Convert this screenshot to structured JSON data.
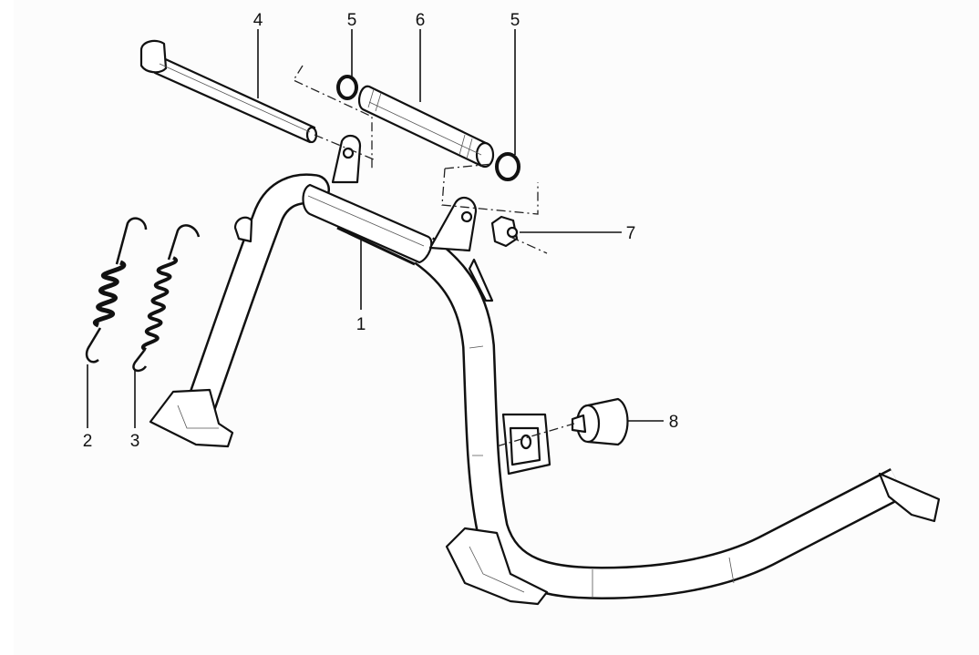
{
  "diagram": {
    "parts": [
      {
        "id": "1",
        "label": "1",
        "part": "center-stand-frame"
      },
      {
        "id": "2",
        "label": "2",
        "part": "spring"
      },
      {
        "id": "3",
        "label": "3",
        "part": "spring"
      },
      {
        "id": "4",
        "label": "4",
        "part": "bolt"
      },
      {
        "id": "5a",
        "label": "5",
        "part": "o-ring"
      },
      {
        "id": "6",
        "label": "6",
        "part": "pin"
      },
      {
        "id": "5b",
        "label": "5",
        "part": "o-ring"
      },
      {
        "id": "7",
        "label": "7",
        "part": "nut"
      },
      {
        "id": "8",
        "label": "8",
        "part": "rubber-bumper"
      }
    ],
    "colors": {
      "line": "#111111",
      "background": "#fcfcfc"
    }
  }
}
